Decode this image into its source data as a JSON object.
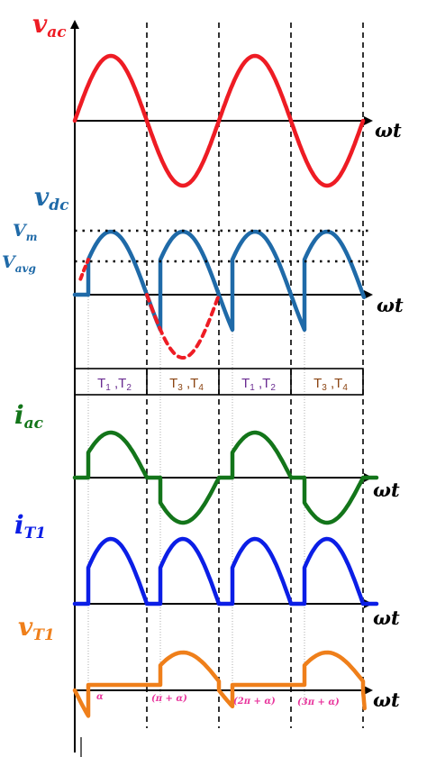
{
  "omega_t": "ωt",
  "panels": [
    {
      "id": "vac",
      "symbol": "v",
      "subscript": "ac",
      "color": "#ee1c24"
    },
    {
      "id": "vdc",
      "symbol": "v",
      "subscript": "dc",
      "color": "#1f6aa8"
    },
    {
      "id": "iac",
      "symbol": "i",
      "subscript": "ac",
      "color": "#13751a"
    },
    {
      "id": "it1",
      "symbol": "i",
      "subscript": "T1",
      "color": "#0b1ee6"
    },
    {
      "id": "vt1",
      "symbol": "v",
      "subscript": "T1",
      "color": "#ef7f1a"
    }
  ],
  "levels": {
    "vm_symbol": "V",
    "vm_subscript": "m",
    "vavg_symbol": "V",
    "vavg_subscript": "avg"
  },
  "conducting_pairs": [
    {
      "a": "T",
      "a_sub": "1",
      "b": "T",
      "b_sub": "2",
      "color": "#6a2c91"
    },
    {
      "a": "T",
      "a_sub": "3",
      "b": "T",
      "b_sub": "4",
      "color": "#8b4513"
    },
    {
      "a": "T",
      "a_sub": "1",
      "b": "T",
      "b_sub": "2",
      "color": "#6a2c91"
    },
    {
      "a": "T",
      "a_sub": "3",
      "b": "T",
      "b_sub": "4",
      "color": "#8b4513"
    }
  ],
  "firing_angle_labels": [
    "α",
    "(π + α)",
    "(2π + α)",
    "(3π + α)"
  ],
  "dotted_trace_color": "#ee1c24"
}
